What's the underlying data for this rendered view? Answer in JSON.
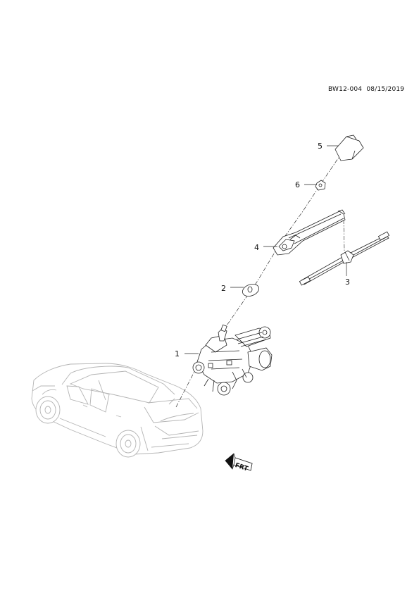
{
  "header": {
    "diagram_ref": "BW12-004",
    "date": "08/15/2019"
  },
  "callouts": [
    {
      "id": "1",
      "label": "1"
    },
    {
      "id": "2",
      "label": "2"
    },
    {
      "id": "3",
      "label": "3"
    },
    {
      "id": "4",
      "label": "4"
    },
    {
      "id": "5",
      "label": "5"
    },
    {
      "id": "6",
      "label": "6"
    }
  ],
  "direction_arrow": {
    "label": "FRT"
  },
  "icons": {
    "vehicle": "suv-outline",
    "front_arrow": "front-direction-arrow-icon"
  }
}
